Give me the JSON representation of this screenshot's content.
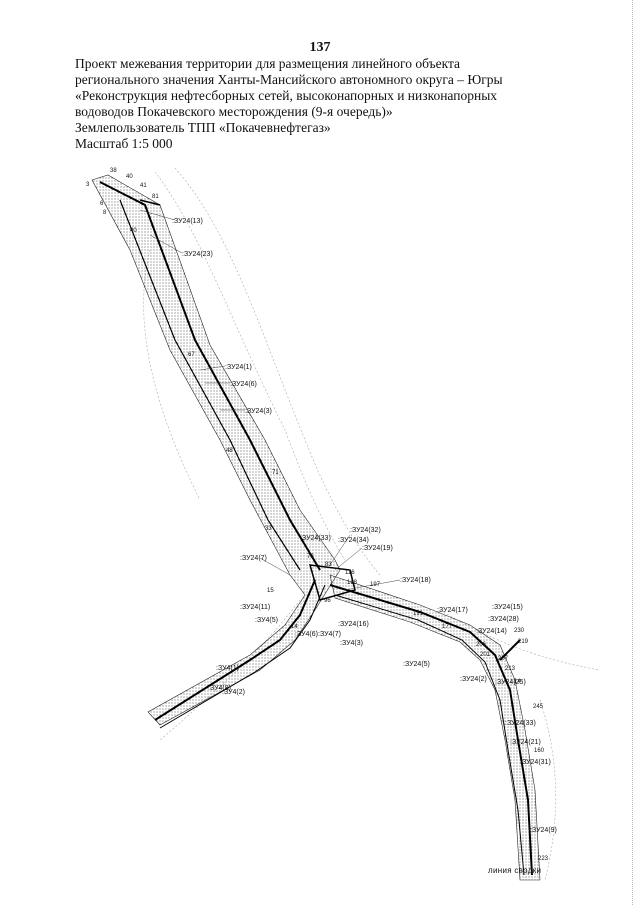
{
  "page": {
    "number": "137"
  },
  "header": {
    "lines": [
      "Проект межевания территории для размещения линейного объекта",
      "регионального значения Ханты-Мансийского автономного округа – Югры",
      "«Реконструкция нефтесборных сетей, высоконапорных и низконапорных",
      "водоводов Покачевского месторождения (9-я очередь)»",
      "Землепользователь ТПП «Покачевнефтегаз»",
      "Масштаб 1:5 000"
    ]
  },
  "map": {
    "parcel_labels": [
      ":ЗУ24(13)",
      ":ЗУ24(23)",
      ":ЗУ24(1)",
      ":ЗУ24(6)",
      ":ЗУ24(3)",
      ":ЗУ24(32)",
      ":ЗУ24(33)",
      ":ЗУ24(34)",
      ":ЗУ24(19)",
      ":ЗУ24(7)",
      ":ЗУ24(18)",
      ":ЗУ24(11)",
      ":ЗУ4(5)",
      ":ЗУ4(6)",
      ":ЗУ4(7)",
      ":ЗУ24(16)",
      ":ЗУ4(3)",
      ":ЗУ24(17)",
      ":ЗУ24(15)",
      ":ЗУ24(28)",
      ":ЗУ24(14)",
      ":ЗУ24(5)",
      ":ЗУ24(2)",
      ":ЗУ24(25)",
      ":ЗУ4(1)",
      ":ЗУ4(8)",
      ":ЗУ4(2)",
      ":ЗУ24(33)",
      ":ЗУ24(21)",
      ":ЗУ24(31)",
      ":ЗУ24(9)"
    ],
    "point_numbers": [
      "3",
      "38",
      "40",
      "41",
      "81",
      "6",
      "8",
      "40",
      "67",
      "48",
      "71",
      "33",
      "73",
      "83",
      "116",
      "168",
      "15",
      "14",
      "96",
      "197",
      "191",
      "177",
      "201",
      "206",
      "207",
      "213",
      "230",
      "219",
      "14",
      "245",
      "160",
      "223"
    ],
    "footer_label": "линия сводки"
  }
}
